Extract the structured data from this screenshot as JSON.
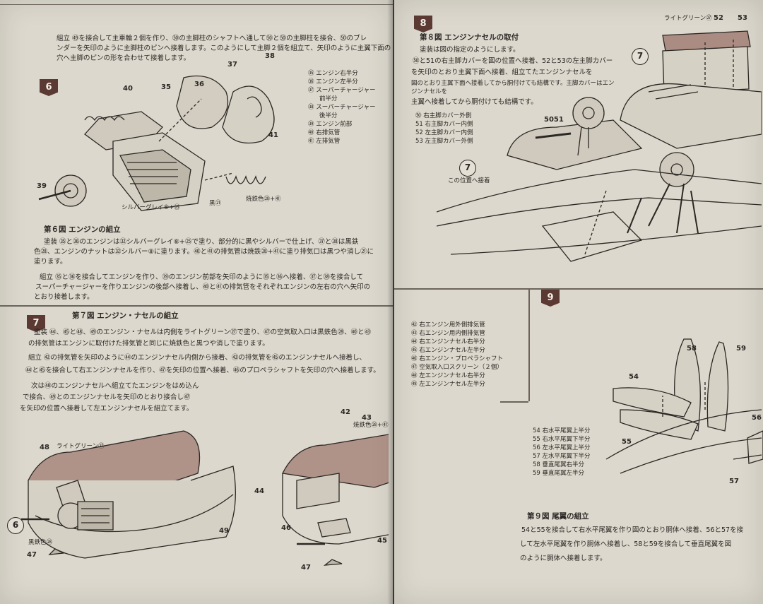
{
  "left_page": {
    "step5_text": {
      "line1": "組立 ㊾を接合して主車輪２個を作り、㊿の主脚柱のシャフトへ通して㊿と㊿の主脚柱を接合、㊿のブレ",
      "line2": "ンダーを矢印のように主脚柱のピンへ接着します。このようにして主脚２個を組立て、矢印のように主翼下面の",
      "line3": "穴へ主脚のピンの形を合わせて接着します。"
    },
    "step6": {
      "badge": "6",
      "parts_list": [
        "㉟ エンジン右半分",
        "㊱ エンジン左半分",
        "㊲ スーパーチャージャー",
        "前半分",
        "㊳ スーパーチャージャー",
        "後半分",
        "㊴ エンジン前部",
        "㊵ 右排気管",
        "㊶ 左排気管"
      ],
      "labels": {
        "p35": "35",
        "p36": "36",
        "p37": "37",
        "p38": "38",
        "p39": "39",
        "p40": "40",
        "p41": "41",
        "silver_gray": "シルバーグレイ⑧+㉕",
        "black": "黒㉑",
        "iron": "焼鉄色㉘+㊶"
      },
      "title": "第６図 エンジンの組立",
      "text": [
        "塗装 ㉟と㊱のエンジンは㉜シルバーグレイ⑧+㉕で塗り、部分的に黒やシルバーで仕上げ、㊲と㊳は黒鉄",
        "色㉘、エンジンのナットは㉜シルバー⑧に塗ります。㊵と㊶の排気管は焼鉄㉘+㊶に塗り排気口は黒つや消し㉑に",
        "塗ります。",
        "組立 ㉟と㊱を接合してエンジンを作り、㊴のエンジン前部を矢印のように㉟と㊱へ接着、㊲と㊳を接合して",
        "スーパーチャージャーを作りエンジンの後部へ接着し、㊵と㊶の排気管をそれぞれエンジンの左右の穴へ矢印の",
        "とおり接着します。"
      ]
    },
    "step7": {
      "badge": "7",
      "title": "第７図 エンジン・ナセルの組立",
      "text": [
        "塗装 ㊹、㊺と㊽、㊾のエンジン・ナセルは内側をライトグリーン㉗で塗り、㊼の空気取入口は黒鉄色㉘、㊵と㊸",
        "の排気管はエンジンに取付けた排気管と同じに焼鉄色と黒つや消しで塗ります。",
        "組立 ㊷の排気管を矢印のように㊹のエンジンナセル内側から接着、㊸の排気管を㊺のエンジンナセルへ接着し、",
        "㊹と㊺を接合して右エンジンナセルを作り、㊼を矢印の位置へ接着、㊻のプロペラシャフトを矢印の穴へ接着します。",
        "次は㊽のエンジンナセルへ組立てたエンジンをはめ込ん",
        "で接合、㊾とのエンジンナセルを矢印のとおり接合し㊼",
        "を矢印の位置へ接着して左エンジンナセルを組立てます。"
      ],
      "parts_list": [
        "㊷ 右エンジン用外側排気管",
        "㊸ 右エンジン用内側排気管",
        "㊹ 右エンジンナセル右半分",
        "㊺ 右エンジンナセル左半分",
        "㊻ 右エンジン・プロペラシャフト",
        "㊼ 空気取入口スクリーン（２個）",
        "㊽ 左エンジンナセル右半分",
        "㊾ 左エンジンナセル左半分"
      ],
      "labels": {
        "p42": "42",
        "p43": "43",
        "p44": "44",
        "p45": "45",
        "p46": "46",
        "p47a": "47",
        "p47b": "47",
        "p48": "48",
        "p49": "49",
        "circle6": "6",
        "light_green": "ライトグリーン㉗",
        "black_iron": "黒鉄色㉘",
        "iron_color": "焼鉄色㉘+㊶"
      }
    }
  },
  "right_page": {
    "step8": {
      "badge": "8",
      "title": "第８図 エンジンナセルの取付",
      "text": [
        "塗装は図の指定のようにします。",
        "㊿と51の右主脚カバーを図の位置へ接着、52と53の左主脚カバー",
        "を矢印のとおり主翼下面へ接着、組立てたエンジンナセルを",
        "図のとおり主翼下面へ接着してから胴付けても結構です。主脚カバーはエンジンナセルを",
        "主翼へ接着してから胴付けても結構です。"
      ],
      "parts_list": [
        "㊿ 右主脚カバー外側",
        "51 右主脚カバー内側",
        "52 左主脚カバー内側",
        "53 左主脚カバー外側"
      ],
      "labels": {
        "light_green": "ライトグリーン㉗",
        "p52": "52",
        "p53": "53",
        "p5051": "5051",
        "circle7a": "7",
        "circle7b": "7",
        "position_note": "この位置へ接着"
      }
    },
    "step9": {
      "badge": "9",
      "parts_list": [
        "54 右水平尾翼上半分",
        "55 右水平尾翼下半分",
        "56 左水平尾翼上半分",
        "57 左水平尾翼下半分",
        "58 垂直尾翼右半分",
        "59 垂直尾翼左半分"
      ],
      "labels": {
        "p54": "54",
        "p55": "55",
        "p56": "56",
        "p57": "57",
        "p58": "58",
        "p59": "59"
      },
      "title": "第９図 尾翼の組立",
      "text": [
        "54と55を接合して右水平尾翼を作り図のとおり胴体へ接着、56と57を接",
        "して左水平尾翼を作り胴体へ接着し、58と59を接合して垂直尾翼を図",
        "のように胴体へ接着します。"
      ]
    }
  },
  "colors": {
    "paper": "#dcd8cd",
    "ink": "#2b2724",
    "badge": "#5b3a33",
    "shade": "#8a5a50"
  }
}
